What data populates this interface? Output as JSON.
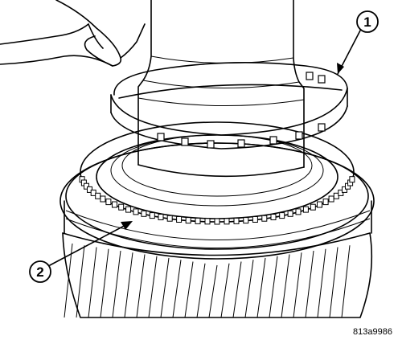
{
  "callouts": [
    {
      "label": "1"
    },
    {
      "label": "2"
    }
  ],
  "figure_ref": "813a9986"
}
